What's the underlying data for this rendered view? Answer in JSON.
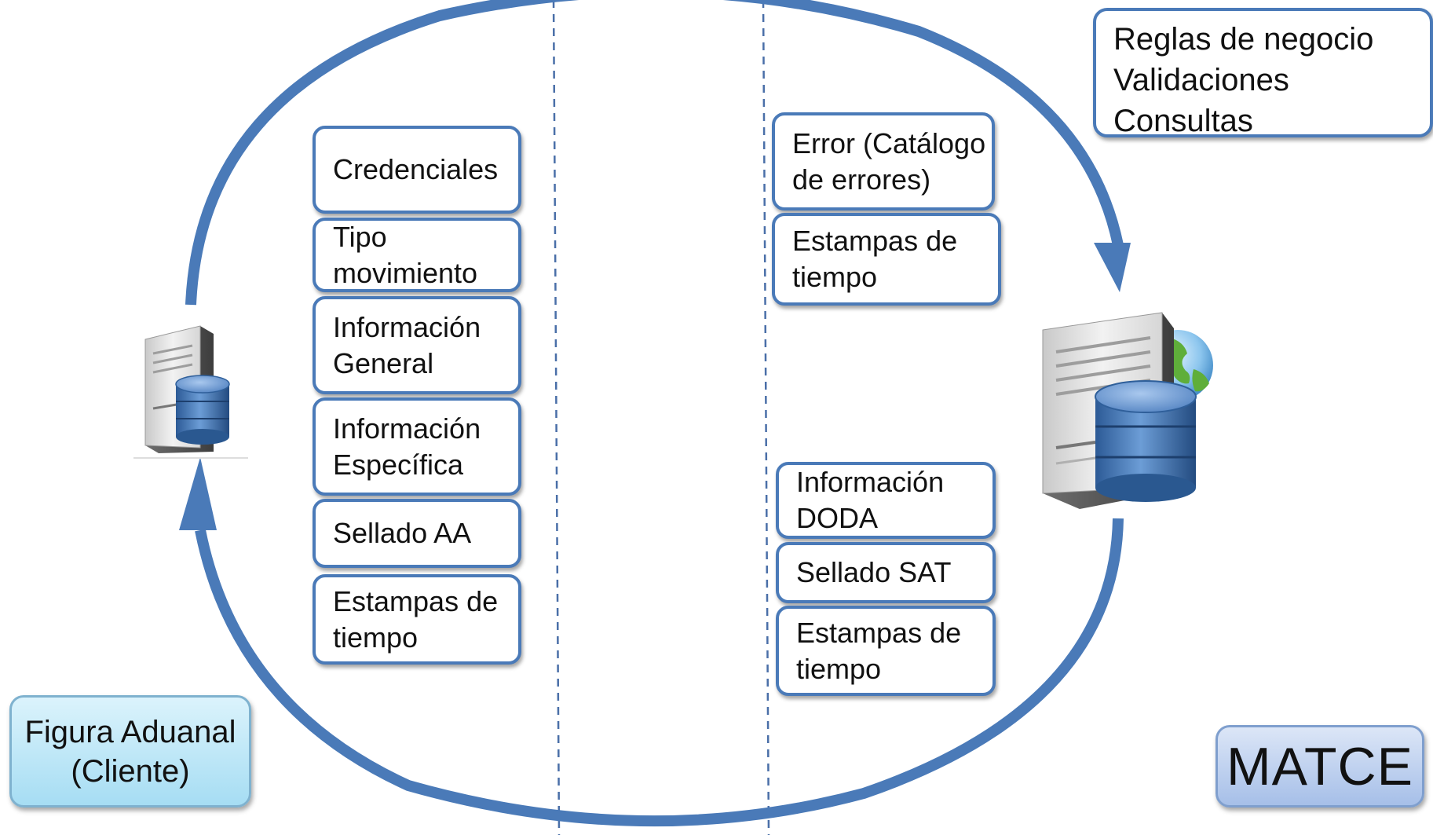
{
  "left_blocks": [
    {
      "lines": [
        "Credenciales"
      ]
    },
    {
      "lines": [
        "Tipo",
        "movimiento"
      ]
    },
    {
      "lines": [
        "Información",
        "General"
      ]
    },
    {
      "lines": [
        "Información",
        "Específica"
      ]
    },
    {
      "lines": [
        "Sellado AA"
      ]
    },
    {
      "lines": [
        "Estampas de",
        "tiempo"
      ]
    }
  ],
  "right_top_blocks": [
    {
      "lines": [
        "Error (Catálogo",
        "de errores)"
      ]
    },
    {
      "lines": [
        "Estampas de",
        "tiempo"
      ]
    }
  ],
  "right_bottom_blocks": [
    {
      "lines": [
        "Información",
        "DODA"
      ]
    },
    {
      "lines": [
        "Sellado SAT"
      ]
    },
    {
      "lines": [
        "Estampas de",
        "tiempo"
      ]
    }
  ],
  "server_rules": {
    "lines": [
      "Reglas de negocio",
      "Validaciones",
      "Consultas"
    ]
  },
  "client_label": {
    "line1": "Figura Aduanal",
    "line2": "(Cliente)"
  },
  "server_label": "MATCE",
  "icons": {
    "client": "database-server-icon",
    "server": "web-database-server-icon"
  },
  "colors": {
    "arrow": "#4a7ab8",
    "box_border": "#4a7ab8",
    "divider": "#4a6fa8",
    "client_fill": "#bde8f8",
    "matce_fill": "#bccdee"
  }
}
